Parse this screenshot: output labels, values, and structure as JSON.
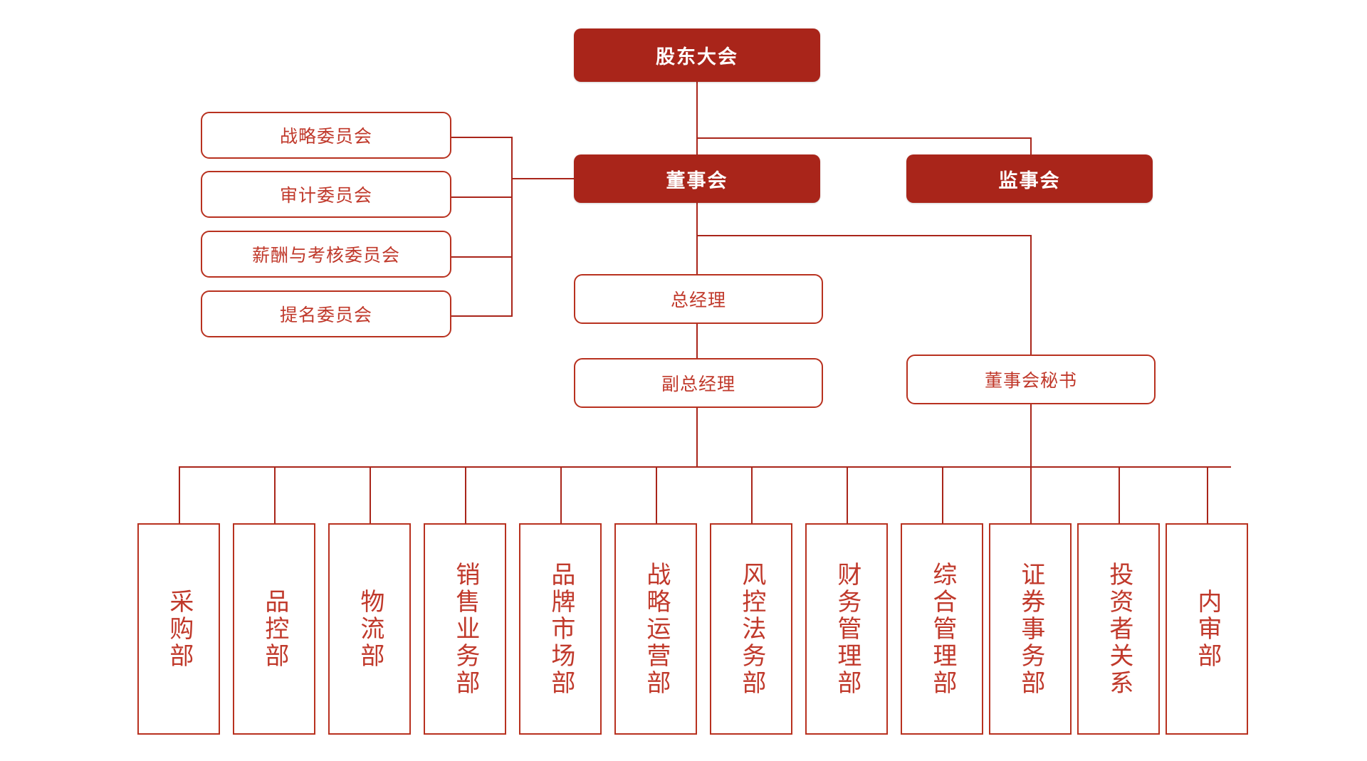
{
  "meta": {
    "title": "公司组织架构图",
    "accent_solid": "#A9251A",
    "accent_outline": "#B8311F",
    "text_outline": "#C0392B",
    "background": "#FFFFFF"
  },
  "governance": {
    "shareholders_meeting": "股东大会",
    "board_of_directors": "董事会",
    "board_of_supervisors": "监事会"
  },
  "committees": [
    {
      "label": "战略委员会"
    },
    {
      "label": "审计委员会"
    },
    {
      "label": "薪酬与考核委员会"
    },
    {
      "label": "提名委员会"
    }
  ],
  "management": {
    "general_manager": "总经理",
    "deputy_general_manager": "副总经理",
    "board_secretary": "董事会秘书"
  },
  "departments": [
    {
      "label": "采购部"
    },
    {
      "label": "品控部"
    },
    {
      "label": "物流部"
    },
    {
      "label": "销售业务部"
    },
    {
      "label": "品牌市场部"
    },
    {
      "label": "战略运营部"
    },
    {
      "label": "风控法务部"
    },
    {
      "label": "财务管理部"
    },
    {
      "label": "综合管理部"
    },
    {
      "label": "证券事务部"
    },
    {
      "label": "投资者关系"
    },
    {
      "label": "内审部"
    }
  ]
}
